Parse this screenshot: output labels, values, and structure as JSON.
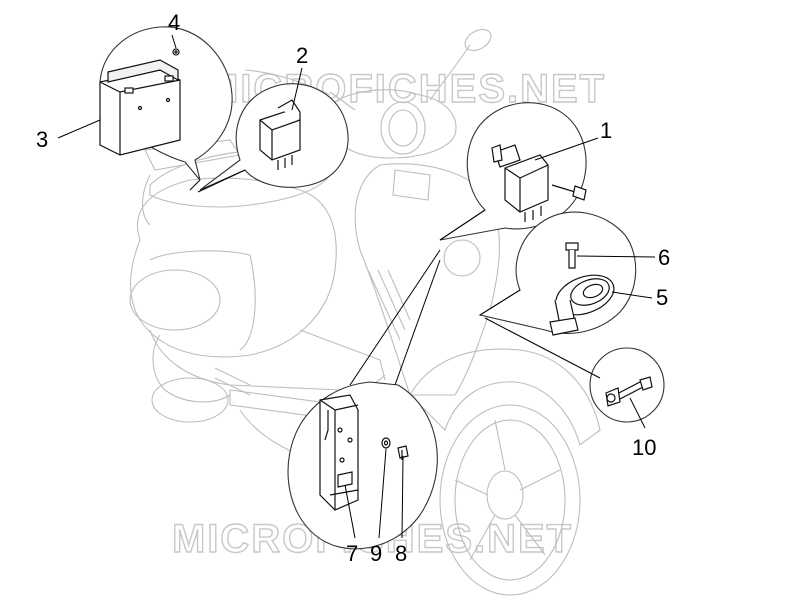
{
  "watermark": "MICROFICHES.NET",
  "callouts": {
    "c1": "1",
    "c2": "2",
    "c3": "3",
    "c4": "4",
    "c5": "5",
    "c6": "6",
    "c7": "7",
    "c8": "8",
    "c9": "9",
    "c10": "10"
  },
  "colors": {
    "line_art": "#111111",
    "scooter_outline": "#bdbdbd",
    "watermark": "#c8c8c8",
    "background": "#ffffff"
  }
}
